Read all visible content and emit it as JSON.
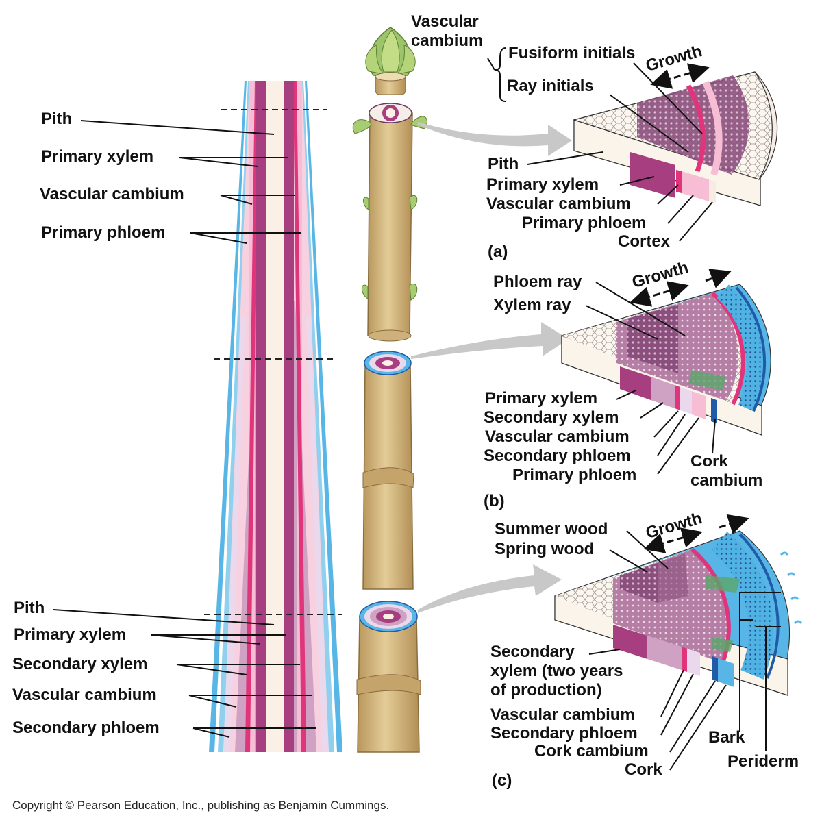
{
  "colors": {
    "pith": "#fbf0e6",
    "primary_xylem": "#a63e7f",
    "secondary_xylem": "#cfa2c4",
    "vascular_cambium": "#e0357a",
    "primary_phloem": "#f6bdd5",
    "secondary_phloem": "#ead8ec",
    "cortex": "#f7ece4",
    "cork": "#56b7e6",
    "cork_cambium": "#1f5ba8",
    "stem": "#d7bb85",
    "bud": "#9cc46a"
  },
  "top_center": {
    "vascular_cambium_line1": "Vascular",
    "vascular_cambium_line2": "cambium",
    "fusiform": "Fusiform initials",
    "ray": "Ray initials"
  },
  "left": {
    "top_pith": "Pith",
    "top_primary_xylem": "Primary xylem",
    "top_vascular_cambium": "Vascular cambium",
    "top_primary_phloem": "Primary phloem",
    "bottom_pith": "Pith",
    "bottom_primary_xylem": "Primary xylem",
    "bottom_secondary_xylem": "Secondary xylem",
    "bottom_vascular_cambium": "Vascular cambium",
    "bottom_secondary_phloem": "Secondary phloem"
  },
  "panel_a": {
    "label": "(a)",
    "growth": "Growth",
    "pith": "Pith",
    "primary_xylem": "Primary xylem",
    "vascular_cambium": "Vascular cambium",
    "primary_phloem": "Primary phloem",
    "cortex": "Cortex"
  },
  "panel_b": {
    "label": "(b)",
    "growth": "Growth",
    "phloem_ray": "Phloem ray",
    "xylem_ray": "Xylem ray",
    "primary_xylem": "Primary xylem",
    "secondary_xylem": "Secondary xylem",
    "vascular_cambium": "Vascular cambium",
    "secondary_phloem": "Secondary phloem",
    "primary_phloem": "Primary phloem",
    "cork_cambium_line1": "Cork",
    "cork_cambium_line2": "cambium"
  },
  "panel_c": {
    "label": "(c)",
    "growth": "Growth",
    "summer_wood": "Summer wood",
    "spring_wood": "Spring wood",
    "secondary_xylem_line1": "Secondary",
    "secondary_xylem_line2": "xylem (two years",
    "secondary_xylem_line3": "of production)",
    "vascular_cambium": "Vascular cambium",
    "secondary_phloem": "Secondary phloem",
    "cork_cambium": "Cork cambium",
    "cork": "Cork",
    "bark": "Bark",
    "periderm": "Periderm"
  },
  "copyright": "Copyright © Pearson Education, Inc., publishing as Benjamin Cummings."
}
